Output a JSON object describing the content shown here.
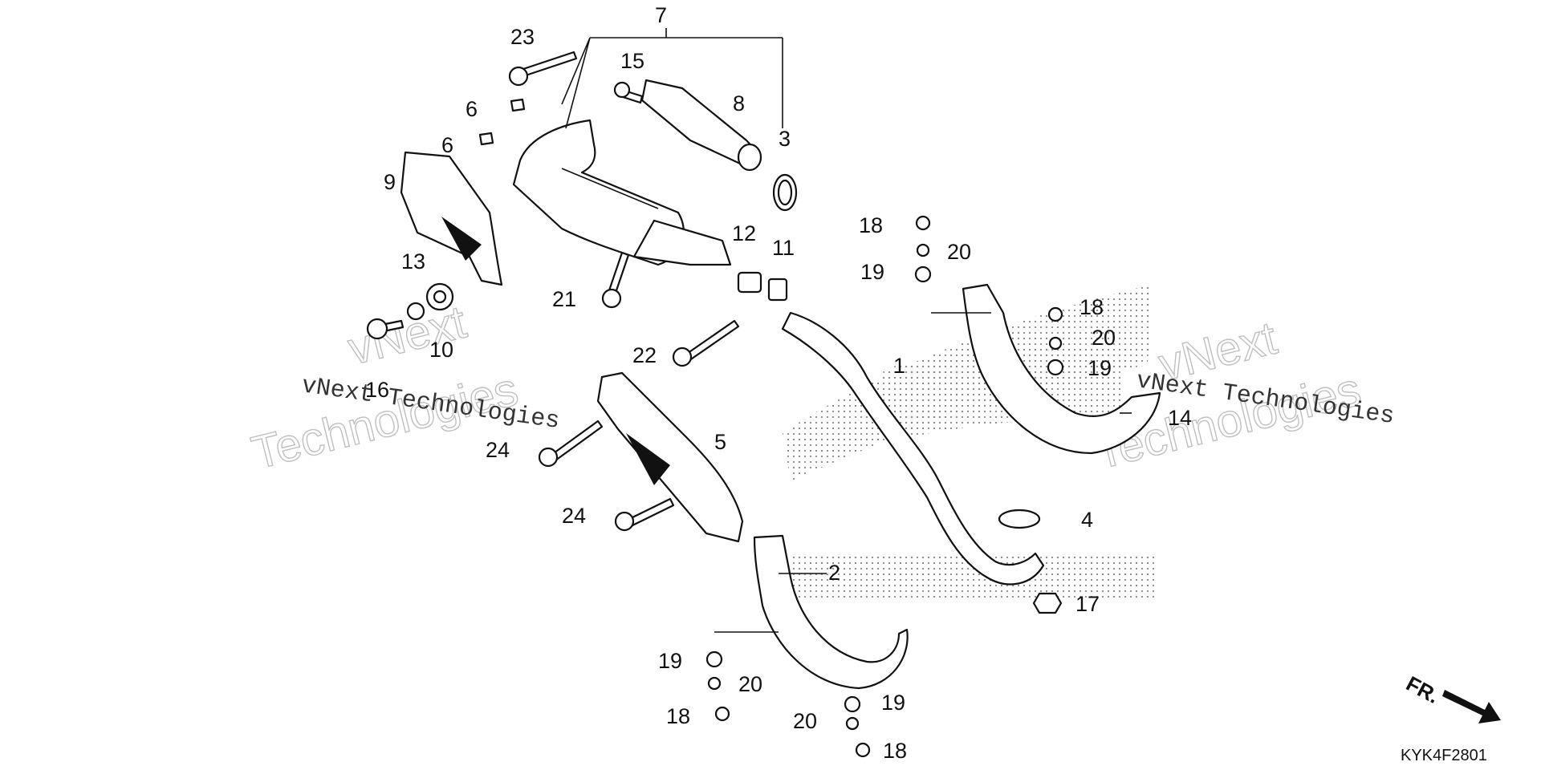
{
  "watermark": {
    "line1": "vNext Technologies",
    "line2": "vNext",
    "line3": "Technologies"
  },
  "diagram_code": "KYK4F2801",
  "direction_label": "FR.",
  "callouts": [
    "7",
    "23",
    "15",
    "6",
    "8",
    "6",
    "3",
    "9",
    "18",
    "20",
    "12",
    "11",
    "19",
    "13",
    "21",
    "18",
    "10",
    "20",
    "22",
    "16",
    "1",
    "19",
    "14",
    "24",
    "5",
    "4",
    "24",
    "2",
    "17",
    "19",
    "20",
    "19",
    "18",
    "20",
    "18"
  ]
}
